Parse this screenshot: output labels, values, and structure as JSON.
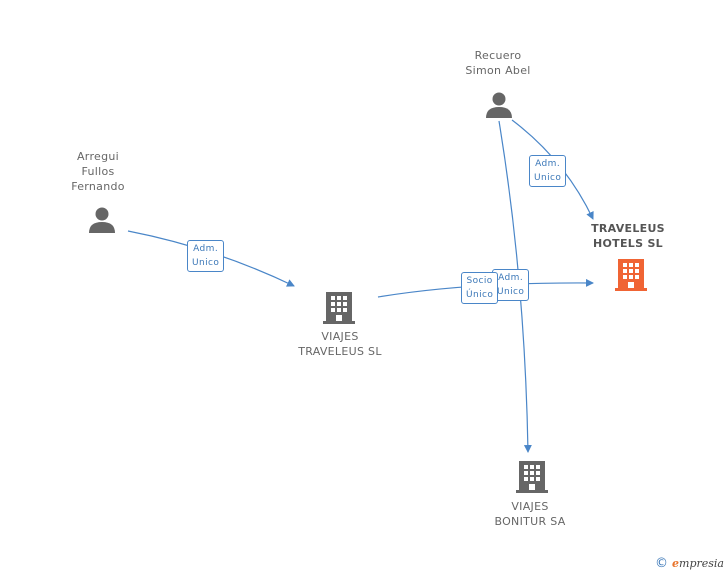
{
  "nodes": {
    "arregui": {
      "lines": [
        "Arregui",
        "Fullos",
        "Fernando"
      ]
    },
    "recuero": {
      "lines": [
        "Recuero",
        "Simon Abel"
      ]
    },
    "viajes_traveleus": {
      "lines": [
        "VIAJES",
        "TRAVELEUS SL"
      ]
    },
    "traveleus_hotels": {
      "lines": [
        "TRAVELEUS",
        "HOTELS SL"
      ]
    },
    "viajes_bonitur": {
      "lines": [
        "VIAJES",
        "BONITUR SA"
      ]
    }
  },
  "edges": {
    "e1": {
      "lines": [
        "Adm.",
        "Unico"
      ]
    },
    "e2": {
      "lines": [
        "Adm.",
        "Unico"
      ]
    },
    "e3": {
      "lines": [
        "Adm.",
        "Unico"
      ]
    },
    "e4": {
      "lines": [
        "Socio",
        "Único"
      ]
    }
  },
  "footer": {
    "copyright": "©",
    "brand_initial": "e",
    "brand_rest": "mpresia"
  },
  "colors": {
    "edge": "#4a86c8",
    "company": "#666666",
    "focus_company": "#f06434",
    "person": "#666666"
  }
}
